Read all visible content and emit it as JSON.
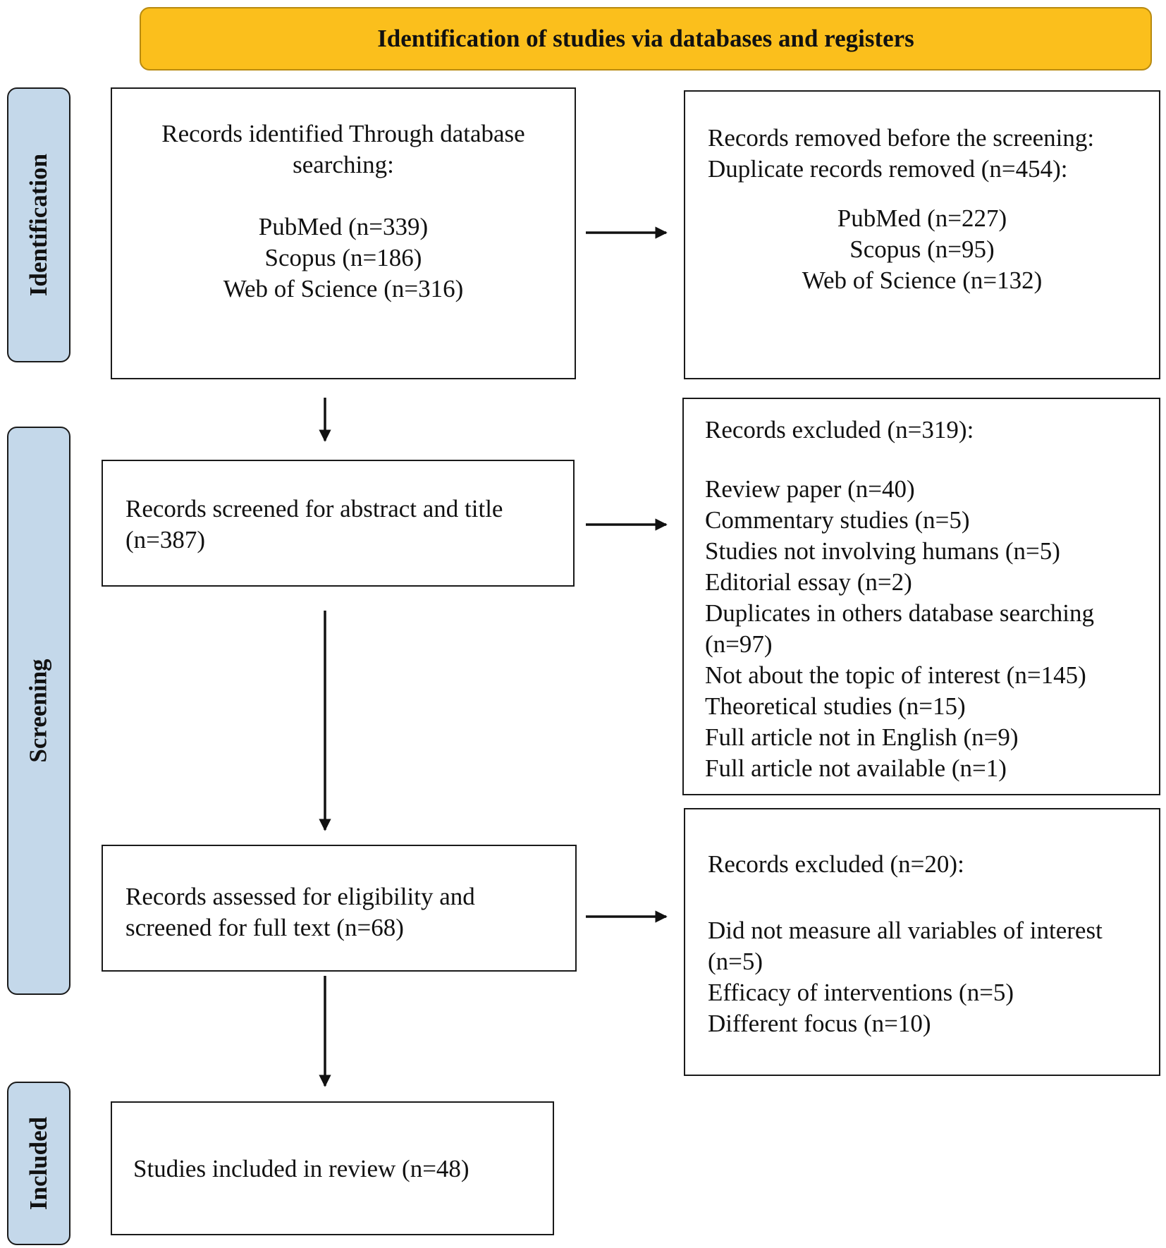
{
  "header": {
    "title": "Identification of studies via databases and registers"
  },
  "phases": {
    "identification": "Identification",
    "screening": "Screening",
    "included": "Included"
  },
  "boxes": {
    "identified": {
      "lines": [
        "Records identified Through database",
        "searching:",
        "",
        "PubMed (n=339)",
        "Scopus (n=186)",
        "Web of Science (n=316)"
      ]
    },
    "removed": {
      "intro": [
        "Records removed before the screening:",
        "Duplicate records removed (n=454):"
      ],
      "items": [
        "PubMed (n=227)",
        "Scopus (n=95)",
        "Web of Science (n=132)"
      ]
    },
    "screened": {
      "lines": [
        "Records screened for abstract and title",
        "(n=387)"
      ]
    },
    "excluded1": {
      "lines": [
        "Records excluded (n=319):",
        "",
        "Review paper (n=40)",
        "Commentary studies (n=5)",
        "Studies not involving humans (n=5)",
        "Editorial essay (n=2)",
        "Duplicates in others database searching",
        "(n=97)",
        "Not about the topic of interest (n=145)",
        "Theoretical studies (n=15)",
        "Full article not in English (n=9)",
        "Full article not available (n=1)"
      ]
    },
    "assessed": {
      "lines": [
        "Records assessed for eligibility and",
        "screened for full text (n=68)"
      ]
    },
    "excluded2": {
      "lines": [
        "Records excluded (n=20):",
        "",
        "Did not measure all variables of interest",
        "(n=5)",
        "Efficacy of interventions (n=5)",
        "Different focus (n=10)"
      ]
    },
    "included": {
      "lines": [
        "Studies included in review (n=48)"
      ]
    }
  }
}
